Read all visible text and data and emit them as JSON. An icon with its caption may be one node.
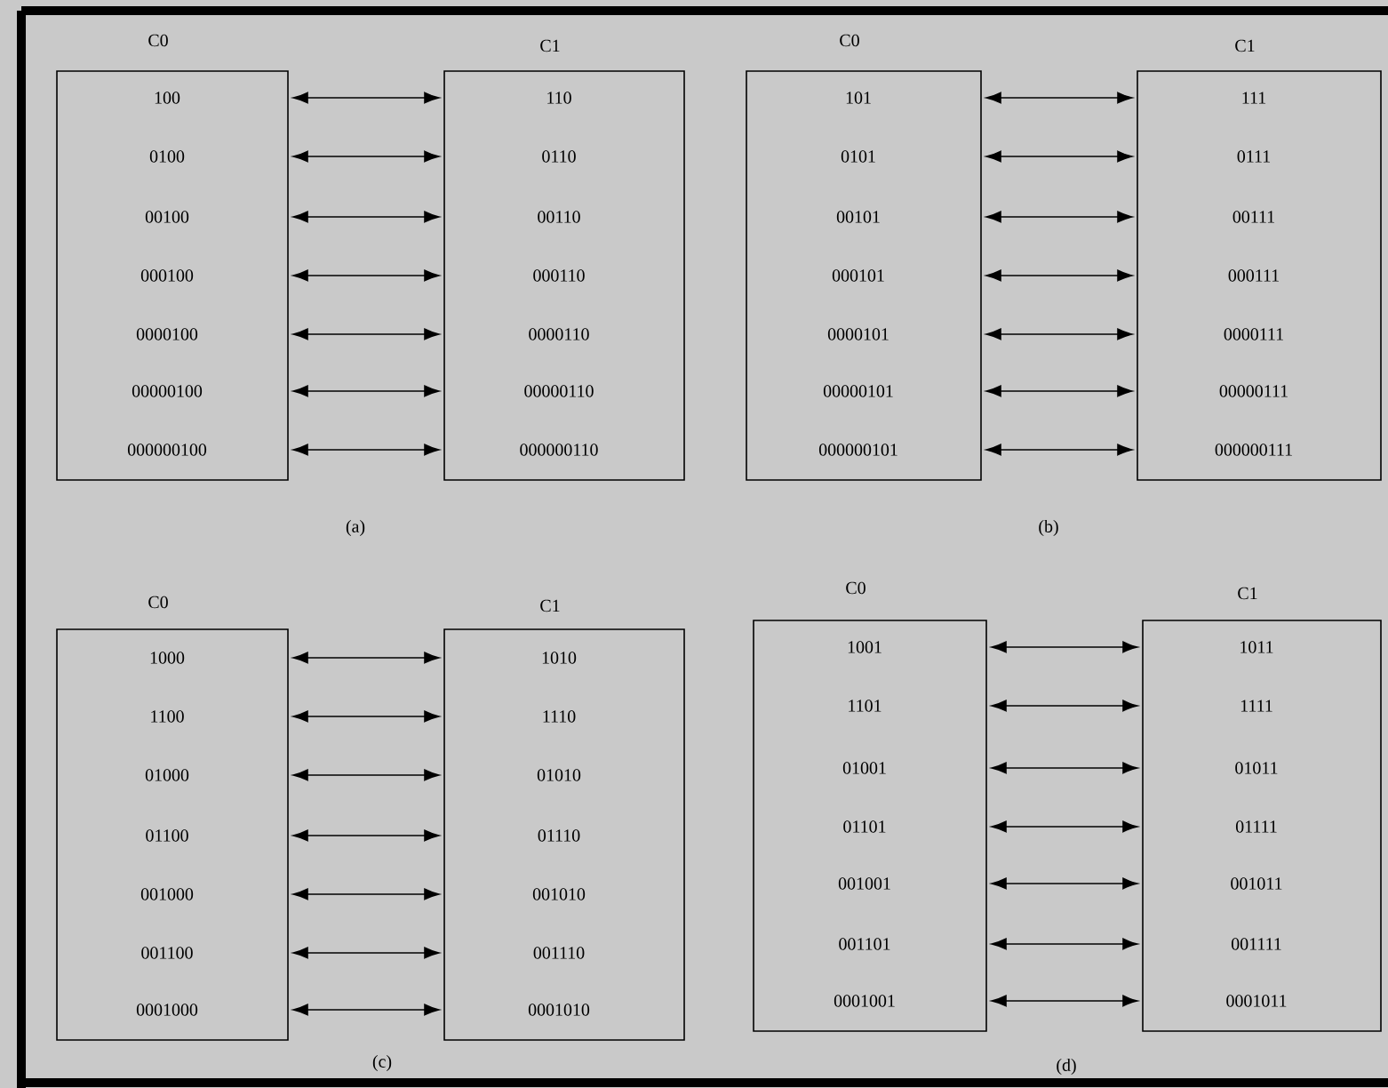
{
  "diagram": {
    "nodes": [
      {
        "text": [
          "C0"
        ]
      },
      {
        "text": [
          "100"
        ],
        "in": 0
      },
      {
        "text": [
          "0100"
        ],
        "in": 0
      },
      {
        "text": [
          "00100"
        ],
        "in": 0
      },
      {
        "text": [
          "000100"
        ],
        "in": 0
      },
      {
        "text": [
          "0000100"
        ],
        "in": 0
      },
      {
        "text": [
          "00000100"
        ],
        "in": 0
      },
      {
        "text": [
          "000000100"
        ],
        "in": 0
      },
      {
        "text": [
          "C1"
        ]
      },
      {
        "text": [
          "110"
        ],
        "in": 8
      },
      {
        "text": [
          "0110"
        ],
        "in": 8
      },
      {
        "text": [
          "00110"
        ],
        "in": 8
      },
      {
        "text": [
          "000110"
        ],
        "in": 8
      },
      {
        "text": [
          "0000110"
        ],
        "in": 8
      },
      {
        "text": [
          "00000110"
        ],
        "in": 8
      },
      {
        "text": [
          "000000110"
        ],
        "in": 8
      },
      {
        "text": [
          "C0"
        ]
      },
      {
        "text": [
          "101"
        ],
        "in": 16
      },
      {
        "text": [
          "0101"
        ],
        "in": 16
      },
      {
        "text": [
          "00101"
        ],
        "in": 16
      },
      {
        "text": [
          "000101"
        ],
        "in": 16
      },
      {
        "text": [
          "0000101"
        ],
        "in": 16
      },
      {
        "text": [
          "00000101"
        ],
        "in": 16
      },
      {
        "text": [
          "000000101"
        ],
        "in": 16
      },
      {
        "text": [
          "C1"
        ]
      },
      {
        "text": [
          "111"
        ],
        "in": 24
      },
      {
        "text": [
          "0111"
        ],
        "in": 24
      },
      {
        "text": [
          "00111"
        ],
        "in": 24
      },
      {
        "text": [
          "000111"
        ],
        "in": 24
      },
      {
        "text": [
          "0000111"
        ],
        "in": 24
      },
      {
        "text": [
          "00000111"
        ],
        "in": 24
      },
      {
        "text": [
          "000000111"
        ],
        "in": 24
      },
      {
        "text": [
          "C0"
        ]
      },
      {
        "text": [
          "1000"
        ],
        "in": 32
      },
      {
        "text": [
          "1100"
        ],
        "in": 32
      },
      {
        "text": [
          "01000"
        ],
        "in": 32
      },
      {
        "text": [
          "01100"
        ],
        "in": 32
      },
      {
        "text": [
          "001000"
        ],
        "in": 32
      },
      {
        "text": [
          "001100"
        ],
        "in": 32
      },
      {
        "text": [
          "0001000"
        ],
        "in": 32
      },
      {
        "text": [
          "C1"
        ]
      },
      {
        "text": [
          "1010"
        ],
        "in": 40
      },
      {
        "text": [
          "1110"
        ],
        "in": 40
      },
      {
        "text": [
          "01010"
        ],
        "in": 40
      },
      {
        "text": [
          "01110"
        ],
        "in": 40
      },
      {
        "text": [
          "001010"
        ],
        "in": 40
      },
      {
        "text": [
          "001110"
        ],
        "in": 40
      },
      {
        "text": [
          "0001010"
        ],
        "in": 40
      },
      {
        "text": [
          "C0"
        ]
      },
      {
        "text": [
          "1001"
        ],
        "in": 48
      },
      {
        "text": [
          "1101"
        ],
        "in": 48
      },
      {
        "text": [
          "01001"
        ],
        "in": 48
      },
      {
        "text": [
          "01101"
        ],
        "in": 48
      },
      {
        "text": [
          "001001"
        ],
        "in": 48
      },
      {
        "text": [
          "001101"
        ],
        "in": 48
      },
      {
        "text": [
          "0001001"
        ],
        "in": 48
      },
      {
        "text": [
          "C1"
        ]
      },
      {
        "text": [
          "1011"
        ],
        "in": 56
      },
      {
        "text": [
          "1111"
        ],
        "in": 56
      },
      {
        "text": [
          "01011"
        ],
        "in": 56
      },
      {
        "text": [
          "01111"
        ],
        "in": 56
      },
      {
        "text": [
          "001011"
        ],
        "in": 56
      },
      {
        "text": [
          "001111"
        ],
        "in": 56
      },
      {
        "text": [
          "0001011"
        ],
        "in": 56
      }
    ],
    "edges": [
      {
        "from": 1,
        "to": 9,
        "arrow": "both"
      },
      {
        "from": 2,
        "to": 10,
        "arrow": "both"
      },
      {
        "from": 3,
        "to": 11,
        "arrow": "both"
      },
      {
        "from": 4,
        "to": 12,
        "arrow": "both"
      },
      {
        "from": 5,
        "to": 13,
        "arrow": "both"
      },
      {
        "from": 6,
        "to": 14,
        "arrow": "both"
      },
      {
        "from": 7,
        "to": 15,
        "arrow": "both"
      },
      {
        "from": 17,
        "to": 25,
        "arrow": "both"
      },
      {
        "from": 18,
        "to": 26,
        "arrow": "both"
      },
      {
        "from": 19,
        "to": 27,
        "arrow": "both"
      },
      {
        "from": 20,
        "to": 28,
        "arrow": "both"
      },
      {
        "from": 21,
        "to": 29,
        "arrow": "both"
      },
      {
        "from": 22,
        "to": 30,
        "arrow": "both"
      },
      {
        "from": 23,
        "to": 31,
        "arrow": "both"
      },
      {
        "from": 33,
        "to": 41,
        "arrow": "both"
      },
      {
        "from": 34,
        "to": 42,
        "arrow": "both"
      },
      {
        "from": 35,
        "to": 43,
        "arrow": "both"
      },
      {
        "from": 36,
        "to": 44,
        "arrow": "both"
      },
      {
        "from": 37,
        "to": 45,
        "arrow": "both"
      },
      {
        "from": 38,
        "to": 46,
        "arrow": "both"
      },
      {
        "from": 39,
        "to": 47,
        "arrow": "both"
      },
      {
        "from": 49,
        "to": 57,
        "arrow": "both"
      },
      {
        "from": 50,
        "to": 58,
        "arrow": "both"
      },
      {
        "from": 51,
        "to": 59,
        "arrow": "both"
      },
      {
        "from": 52,
        "to": 60,
        "arrow": "both"
      },
      {
        "from": 53,
        "to": 61,
        "arrow": "both"
      },
      {
        "from": 54,
        "to": 62,
        "arrow": "both"
      },
      {
        "from": 55,
        "to": 63,
        "arrow": "both"
      }
    ],
    "labels": [
      "(a)",
      "(b)",
      "(c)",
      "(d)"
    ]
  }
}
